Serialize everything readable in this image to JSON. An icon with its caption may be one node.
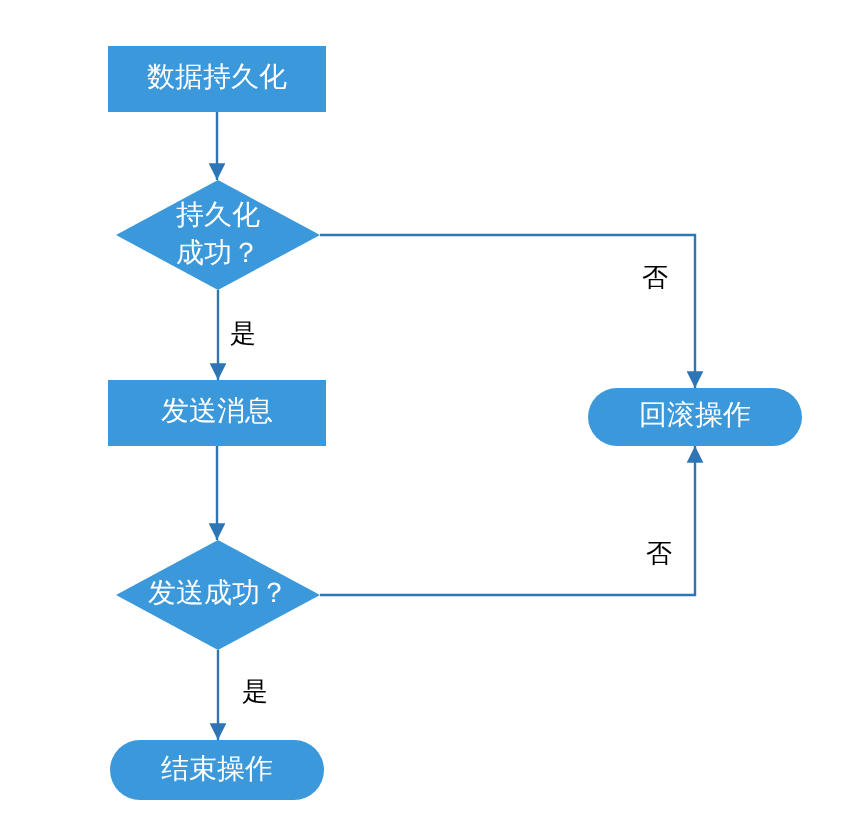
{
  "diagram": {
    "nodes": [
      {
        "text": [
          "数据持久化"
        ]
      },
      {
        "text": [
          "持久化成功？"
        ]
      },
      {
        "text": [
          "发送消息"
        ]
      },
      {
        "text": [
          "回滚操作"
        ]
      },
      {
        "text": [
          "发送成功？"
        ]
      },
      {
        "text": [
          "结束操作"
        ]
      }
    ],
    "edges": [
      {
        "from": 0,
        "to": 1,
        "arrow": "to"
      },
      {
        "from": 1,
        "to": 2,
        "arrow": "to",
        "label": "是"
      },
      {
        "from": 1,
        "to": 3,
        "arrow": "to",
        "label": "否"
      },
      {
        "from": 2,
        "to": 4,
        "arrow": "to"
      },
      {
        "from": 4,
        "to": 5,
        "arrow": "to",
        "label": "是"
      },
      {
        "from": 4,
        "to": 3,
        "arrow": "to",
        "label": "否"
      }
    ]
  }
}
